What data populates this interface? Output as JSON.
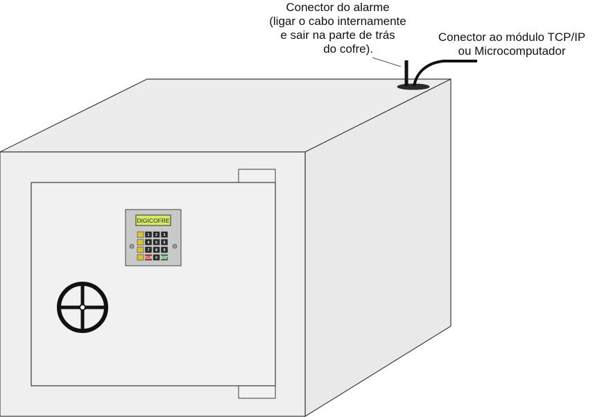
{
  "callouts": {
    "alarm_connector": {
      "lines": [
        "Conector do alarme",
        "(ligar o cabo internamente",
        "e sair na parte de trás",
        "do cofre)."
      ]
    },
    "tcp_connector": {
      "lines": [
        "Conector ao módulo TCP/IP",
        "ou Microcomputador"
      ]
    }
  },
  "keypad": {
    "display_text": "DIGICOFRE",
    "keys": [
      [
        "",
        "1",
        "2",
        "3"
      ],
      [
        "",
        "4",
        "5",
        "6"
      ],
      [
        "",
        "7",
        "8",
        "9"
      ],
      [
        "",
        "CLR",
        "0",
        "ENT"
      ]
    ]
  },
  "colors": {
    "safe_body": "#efefef",
    "safe_top": "#ececec",
    "safe_side": "#e9e9e9",
    "door": "#f1f1f1",
    "outline": "#3a3a3a",
    "keypad_body": "#c9c9c9",
    "keypad_screen": "#d8e96a",
    "key_dark": "#2b2b2b"
  }
}
